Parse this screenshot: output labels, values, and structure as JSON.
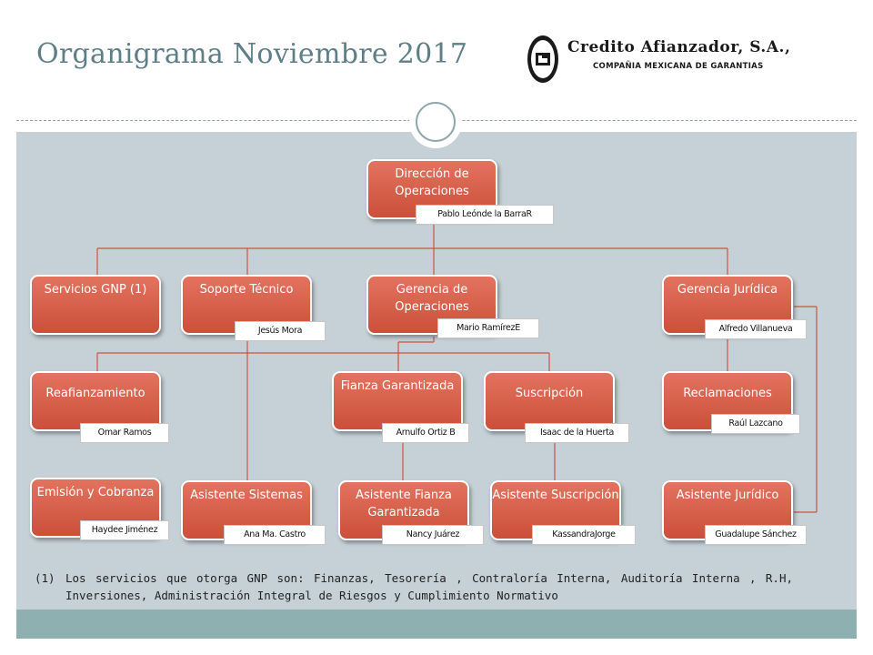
{
  "title": "Organigrama Noviembre 2017",
  "logo": {
    "name": "Credito Afianzador, S.A.,",
    "subtitle": "COMPAÑIA MEXICANA DE GARANTIAS"
  },
  "org": {
    "direccion": {
      "title": "Dirección de Operaciones",
      "person": "Pablo Leónde la BarraR"
    },
    "servicios_gnp": {
      "title": "Servicios GNP (1)",
      "person": ""
    },
    "soporte": {
      "title": "Soporte Técnico",
      "person": "Jesús Mora"
    },
    "gerencia_op": {
      "title": "Gerencia de Operaciones",
      "person": "Mario RamírezE"
    },
    "gerencia_jur": {
      "title": "Gerencia Jurídica",
      "person": "Alfredo Villanueva"
    },
    "reafianzamiento": {
      "title": "Reafianzamiento",
      "person": "Omar Ramos"
    },
    "fianza": {
      "title": "Fianza Garantizada",
      "person": "Arnulfo Ortiz B"
    },
    "suscripcion": {
      "title": "Suscripción",
      "person": "Isaac de la Huerta"
    },
    "reclamaciones": {
      "title": "Reclamaciones",
      "person": "Raúl Lazcano"
    },
    "emision": {
      "title": "Emisión y Cobranza",
      "person": "Haydee Jiménez"
    },
    "asist_sistemas": {
      "title": "Asistente Sistemas",
      "person": "Ana Ma. Castro"
    },
    "asist_fianza": {
      "title": "Asistente Fianza Garantizada",
      "person": "Nancy Juárez"
    },
    "asist_suscripcion": {
      "title": "Asistente Suscripción",
      "person": "KassandraJorge"
    },
    "asist_juridico": {
      "title": "Asistente Jurídico",
      "person": "Guadalupe Sánchez"
    }
  },
  "note": {
    "number": "(1)",
    "text": "Los servicios que otorga GNP son: Finanzas, Tesorería , Contraloría Interna, Auditoría Interna , R.H, Inversiones, Administración Integral de Riesgos y Cumplimiento Normativo"
  },
  "colors": {
    "box": "#d85a44",
    "panel": "#c6d1d7",
    "line": "#c9553f",
    "title": "#5e7f86"
  }
}
